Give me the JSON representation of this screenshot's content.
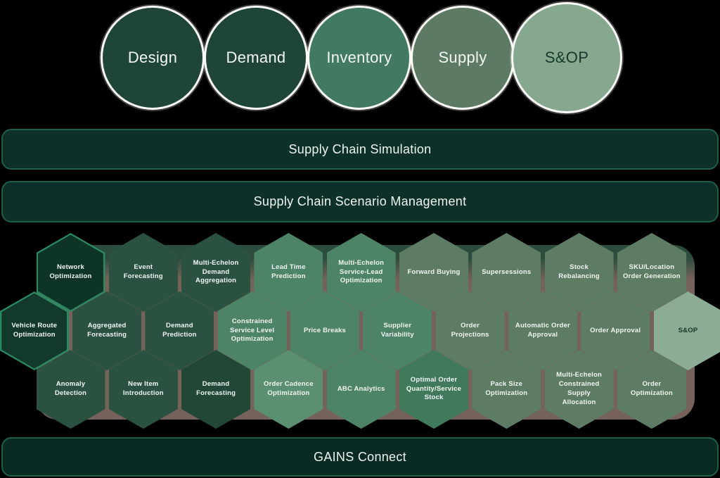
{
  "pillars": {
    "items": [
      {
        "label": "Design",
        "fill": "#1f4536",
        "text_color": "#f4f8f5"
      },
      {
        "label": "Demand",
        "fill": "#1f4536",
        "text_color": "#f4f8f5"
      },
      {
        "label": "Inventory",
        "fill": "#417a60",
        "text_color": "#f4f8f5"
      },
      {
        "label": "Supply",
        "fill": "#5d7a64",
        "text_color": "#f4f8f5"
      },
      {
        "label": "S&OP",
        "fill": "#86a88f",
        "text_color": "#16382c"
      }
    ]
  },
  "bars": {
    "simulation_label": "Supply Chain Simulation",
    "scenario_label": "Supply Chain Scenario Management",
    "connect_label": "GAINS Connect"
  },
  "honeycomb": {
    "rows": [
      [
        {
          "label": "Network\nOptimization",
          "fill": "#0e3428",
          "border": "#2a8a62"
        },
        {
          "label": "Event Forecasting",
          "fill": "#2b5140"
        },
        {
          "label": "Multi-Echelon\nDemand\nAggregation",
          "fill": "#2b5140"
        },
        {
          "label": "Lead Time\nPrediction",
          "fill": "#4d8367"
        },
        {
          "label": "Multi-Echelon\nService-Lead\nOptimization",
          "fill": "#4d8367"
        },
        {
          "label": "Forward Buying",
          "fill": "#5e7b64"
        },
        {
          "label": "Supersessions",
          "fill": "#5e7b64"
        },
        {
          "label": "Stock\nRebalancing",
          "fill": "#5e7b64"
        },
        {
          "label": "SKU/Location\nOrder Generation",
          "fill": "#5e7b64"
        }
      ],
      [
        {
          "label": "Vehicle Route\nOptimization",
          "fill": "#12392c",
          "border": "#2a8a62"
        },
        {
          "label": "Aggregated\nForecasting",
          "fill": "#2b5140"
        },
        {
          "label": "Demand\nPrediction",
          "fill": "#2b5140"
        },
        {
          "label": "Constrained\nService Level\nOptimization",
          "fill": "#4d8367"
        },
        {
          "label": "Price Breaks",
          "fill": "#4d8367"
        },
        {
          "label": "Supplier\nVariability",
          "fill": "#4d8367"
        },
        {
          "label": "Order Projections",
          "fill": "#5e7b64"
        },
        {
          "label": "Automatic Order\nApproval",
          "fill": "#5e7b64"
        },
        {
          "label": "Order Approval",
          "fill": "#5e7b64"
        },
        {
          "label": "S&OP",
          "fill": "#8cac95",
          "text_color": "#14352b"
        }
      ],
      [
        {
          "label": "Anomaly\nDetection",
          "fill": "#2b5140"
        },
        {
          "label": "New Item\nIntroduction",
          "fill": "#2b5140"
        },
        {
          "label": "Demand\nForecasting",
          "fill": "#224736"
        },
        {
          "label": "Order Cadence\nOptimization",
          "fill": "#5b8f72"
        },
        {
          "label": "ABC Analytics",
          "fill": "#4d8367"
        },
        {
          "label": "Optimal Order\nQuantity/Service\nStock",
          "fill": "#41795d"
        },
        {
          "label": "Pack Size\nOptimization",
          "fill": "#5e7b64"
        },
        {
          "label": "Multi-Echelon\nConstrained\nSupply Allocation",
          "fill": "#5e7b64"
        },
        {
          "label": "Order\nOptimization",
          "fill": "#5e7b64"
        }
      ]
    ]
  },
  "colors": {
    "background": "#000000",
    "bar_fill": "#0d3129",
    "bar_border": "#1e5f4b",
    "bar_text": "#eef5f1",
    "hex_text": "#f2f7f3",
    "highlight_border": "#2a8a62",
    "backdrop_top": "#2b4c3c",
    "backdrop": "#75625a"
  }
}
